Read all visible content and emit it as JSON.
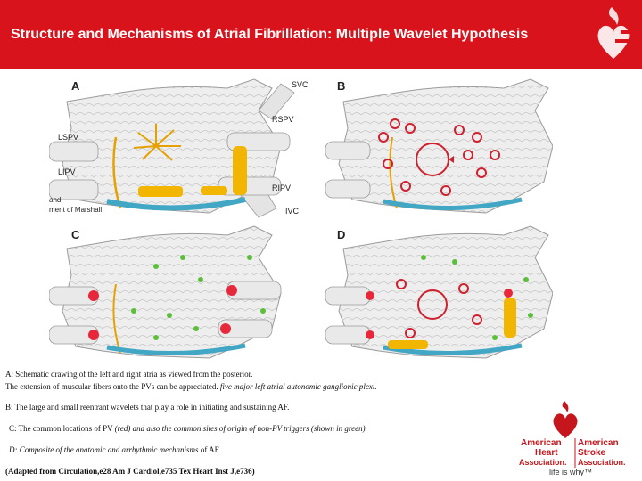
{
  "slide": {
    "title": "Structure and Mechanisms of Atrial Fibrillation: Multiple Wavelet Hypothesis",
    "accent_color": "#d9131b"
  },
  "figure": {
    "panel_labels": [
      "A",
      "B",
      "C",
      "D"
    ],
    "anatomy_labels": {
      "svc": "SVC",
      "rspv": "RSPV",
      "lspv": "LSPV",
      "lipv": "LIPV",
      "ripv": "RIPV",
      "ivc": "IVC",
      "marshall_line1": "and",
      "marshall_line2": "ment of Marshall"
    }
  },
  "captions": {
    "a_line1": "A: Schematic drawing of the left and right atria as viewed from the posterior.",
    "a_line2_normal": "The extension of muscular fibers onto the PVs can be appreciated.",
    "a_line2_italic": "five major left atrial autonomic ganglionic plexi.",
    "b": "B: The large and small reentrant wavelets that play a role in initiating and sustaining AF.",
    "c_normal": "C: The common locations of PV",
    "c_italic": "(red)  and also the common sites of origin of non-PV triggers (shown in green).",
    "d_italic": "D: Composite of the anatomic and arrhythmic mechanisms",
    "d_normal": "of AF.",
    "source": "(Adapted from Circulation,e28 Am J Cardiol,e735 Tex Heart Inst J,e736)"
  },
  "logo": {
    "left_line1": "American",
    "left_line2": "Heart",
    "left_line3": "Association.",
    "right_line1": "American",
    "right_line2": "Stroke",
    "right_line3": "Association.",
    "tagline": "life is why™",
    "brand_color": "#c4161c"
  }
}
